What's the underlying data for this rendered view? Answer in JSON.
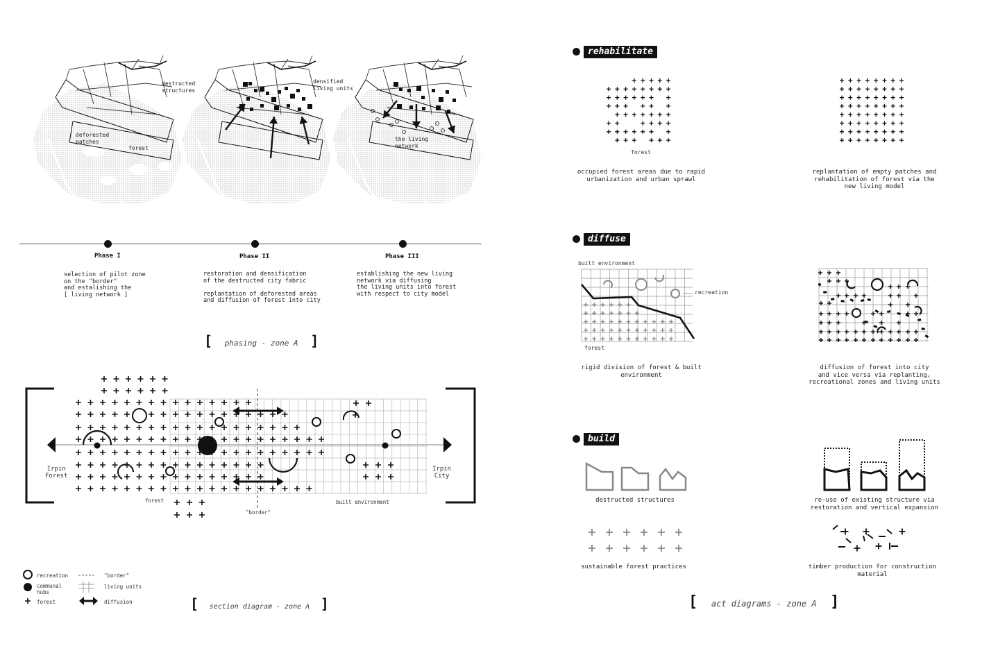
{
  "phasing": {
    "map_labels": {
      "destructed": "destructed\nstructures",
      "deforested": "deforested\npatches",
      "forest": "forest",
      "densified": "densified\nliving units",
      "living_network": "the living\nnetwork"
    },
    "phases": [
      {
        "label": "Phase I",
        "desc": "selection of pilot zone\non the \"border\"\nand estalishing the\n[ living network ]"
      },
      {
        "label": "Phase II",
        "desc": "restoration and densification\nof the destructed city fabric\n\nreplantation of deforested areas\nand diffusion of forest into city"
      },
      {
        "label": "Phase III",
        "desc": "establishing the new living\nnetwork via diffusing\nthe living units into forest\nwith respect to city model"
      }
    ],
    "title": "phasing - zone A"
  },
  "section": {
    "left_end": "Irpin\nForest",
    "right_end": "Irpin\nCity",
    "forest_label": "forest",
    "border_label": "\"border\"",
    "built_label": "built environment",
    "title": "section diagram - zone A"
  },
  "legend": [
    {
      "icon": "recreation-icon",
      "label": "recreation"
    },
    {
      "icon": "communal-hub-icon",
      "label": "communal\nhubs"
    },
    {
      "icon": "forest-plus-icon",
      "label": "forest"
    },
    {
      "icon": "border-dash-icon",
      "label": "\"border\""
    },
    {
      "icon": "grid-icon",
      "label": "living units"
    },
    {
      "icon": "diffusion-arrow-icon",
      "label": "diffusion"
    }
  ],
  "acts": {
    "rehabilitate": {
      "tag": "rehabilitate",
      "forest_label": "forest",
      "left_caption": "occupied forest areas due to rapid\nurbanization and urban sprawl",
      "right_caption": "replantation of empty patches and\nrehabilitation of forest via the\nnew living model"
    },
    "diffuse": {
      "tag": "diffuse",
      "built_label": "built environment",
      "recreation_label": "recreation",
      "forest_label": "forest",
      "left_caption": "rigid division of forest & built\nenvironment",
      "right_caption": "diffusion of forest into city\nand vice versa via replanting,\nrecreational zones and living units"
    },
    "build": {
      "tag": "build",
      "c1": "destructed structures",
      "c2": "re-use of existing structure via\nrestoration and vertical expansion",
      "c3": "sustainable forest practices",
      "c4": "timber production for construction\nmaterial"
    },
    "title": "act diagrams - zone A"
  },
  "colors": {
    "ink": "#111111",
    "grey": "#9a9a9a",
    "stipple": "#c8c8c8"
  }
}
